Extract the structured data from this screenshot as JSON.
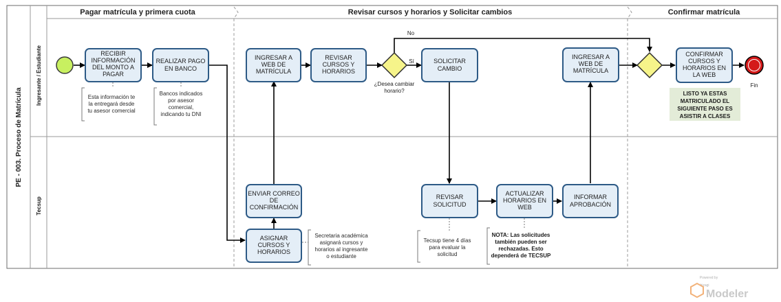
{
  "pool": {
    "label": "PE - 003. Proceso de Matrícula"
  },
  "lanes": [
    {
      "label": "Ingresante / Estudiante"
    },
    {
      "label": "Tecsup"
    }
  ],
  "phases": [
    {
      "title": "Pagar matrícula y primera cuota"
    },
    {
      "title": "Revisar cursos y horarios y Solicitar cambios"
    },
    {
      "title": "Confirmar matrícula"
    }
  ],
  "tasks": {
    "recibir": [
      "RECIBIR",
      "INFORMACIÓN",
      "DEL MONTO A",
      "PAGAR"
    ],
    "pago": [
      "REALIZAR PAGO",
      "EN BANCO"
    ],
    "ingresar1": [
      "INGRESAR A",
      "WEB DE",
      "MATRÍCULA"
    ],
    "revisar_cursos": [
      "REVISAR",
      "CURSOS Y",
      "HORARIOS"
    ],
    "solicitar": [
      "SOLICITAR",
      "CAMBIO"
    ],
    "ingresar2": [
      "INGRESAR A",
      "WEB DE",
      "MATRÍCULA"
    ],
    "confirmar": [
      "CONFIRMAR",
      "CURSOS Y",
      "HORARIOS EN",
      "LA WEB"
    ],
    "enviar": [
      "ENVIAR CORREO",
      "DE",
      "CONFIRMACIÓN"
    ],
    "asignar": [
      "ASIGNAR",
      "CURSOS Y",
      "HORARIOS"
    ],
    "revisar_sol": [
      "REVISAR",
      "SOLICITUD"
    ],
    "actualizar": [
      "ACTUALIZAR",
      "HORARIOS EN",
      "WEB"
    ],
    "informar": [
      "INFORMAR",
      "APROBACIÓN"
    ]
  },
  "gateway_label": [
    "¿Desea cambiar",
    "horario?"
  ],
  "flow_labels": {
    "no": "No",
    "si": "Sí"
  },
  "end_label": "Fin",
  "annotations": {
    "recibir": [
      "Esta información te",
      "la entregará desde",
      "tu asesor comercial"
    ],
    "pago": [
      "Bancos indicados",
      "por asesor",
      "comercial,",
      "indicando tu DNI"
    ],
    "asignar": [
      "Secretaria académica",
      "asignará cursos y",
      "horarios al ingresante",
      "o estudiante"
    ],
    "revisar_sol": [
      "Tecsup tiene 4 días",
      "para evaluar la",
      "solicitud"
    ],
    "actualizar": [
      "NOTA: Las solicitudes",
      "también pueden ser",
      "rechazadas. Esto",
      "dependerá de TECSUP"
    ],
    "final_note": [
      "LISTO YA ESTAS",
      "MATRICULADO EL",
      "SIGUIENTE PASO ES",
      "ASISTIR A CLASES"
    ]
  },
  "watermark": {
    "powered": "Powered by",
    "brand_small": "bizagi",
    "brand": "Modeler"
  },
  "colors": {
    "task_fill": "#e4eef7",
    "task_stroke": "#2d5a86",
    "start": "#c8f060",
    "end": "#d41a1a",
    "gateway": "#f6f48a",
    "note": "#e3ecd8"
  }
}
